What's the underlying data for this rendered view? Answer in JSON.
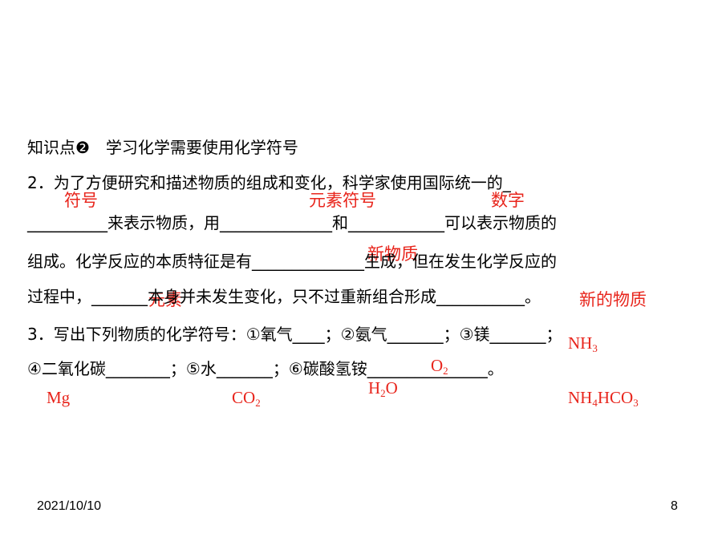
{
  "heading": "知识点❷　学习化学需要使用化学符号",
  "q2": {
    "line1": "2．为了方便研究和描述物质的组成和变化，科学家使用国际统一的_",
    "line2": "__________来表示物质，用______________和____________可以表示物质的",
    "line3": "组成。化学反应的本质特征是有______________生成，但在发生化学反应的",
    "line4": "过程中，_______本身并未发生变化，只不过重新组合形成___________。",
    "answers": {
      "symbol": "符号",
      "element_symbol": "元素符号",
      "number": "数字",
      "new_substance": "新物质",
      "element": "元素",
      "new_substances": "新的物质"
    }
  },
  "q3": {
    "line1": "3．写出下列物质的化学符号：①氧气____；②氨气_______；③镁_______；",
    "line2": "④二氧化碳________；⑤水_______；⑥碳酸氢铵_______________。",
    "answers": {
      "o2": {
        "base": "O",
        "sub": "2"
      },
      "nh3": {
        "base": "NH",
        "sub": "3"
      },
      "mg": "Mg",
      "co2": {
        "base": "CO",
        "sub": "2"
      },
      "h2o": {
        "pre": "H",
        "sub": "2",
        "post": "O"
      },
      "nh4hco3": {
        "pre": "NH",
        "sub1": "4",
        "mid": "HCO",
        "sub2": "3"
      }
    }
  },
  "footer": {
    "date": "2021/10/10",
    "page": "8"
  }
}
